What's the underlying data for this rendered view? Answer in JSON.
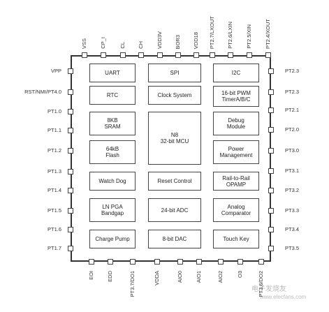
{
  "top_pins": [
    "VSS",
    "CP_I",
    "CL",
    "CH",
    "VDD3V",
    "BOR3",
    "VDD18",
    "PT2.7/LXOUT",
    "PT2.6/LXIN",
    "PT2.5/XIN",
    "PT2.4/XOUT"
  ],
  "bottom_pins": [
    "EOI",
    "EDD",
    "PT3.7/DO1",
    "VDDA",
    "AIO0",
    "AIO1",
    "AIO2",
    "O3",
    "PT3.6/DO2"
  ],
  "left_pins": [
    "VPP",
    "RST/NMI/PT4.0",
    "PT1.0",
    "PT1.1",
    "PT1.2",
    "PT1.3",
    "PT1.4",
    "PT1.5",
    "PT1.6",
    "PT1.7"
  ],
  "right_pins": [
    "PT2.3",
    "PT2.3",
    "PT2.1",
    "PT2.0",
    "PT3.0",
    "PT3.1",
    "PT3.2",
    "PT3.3",
    "PT3.4",
    "PT3.5"
  ],
  "blocks": {
    "uart": "UART",
    "spi": "SPI",
    "i2c": "I2C",
    "rtc": "RTC",
    "clock_system": "Clock System",
    "pwm": "16-bit PWM\nTimerA/B/C",
    "sram": "8KB\nSRAM",
    "mcu": "N8\n32-bit MCU",
    "debug": "Debug\nModule",
    "flash": "64kB\nFlash",
    "power": "Power\nManagement",
    "watchdog": "Watch Dog",
    "reset": "Reset Control",
    "opamp": "Rail-to-Rail\nOPAMP",
    "lnpga": "LN PGA\nBandgap",
    "adc": "24-bit ADC",
    "comparator": "Analog\nComparator",
    "charge_pump": "Charge Pump",
    "dac": "8-bit DAC",
    "touch_key": "Touch Key"
  },
  "watermark": "电子发烧友",
  "watermark_url": "www.elecfans.com"
}
